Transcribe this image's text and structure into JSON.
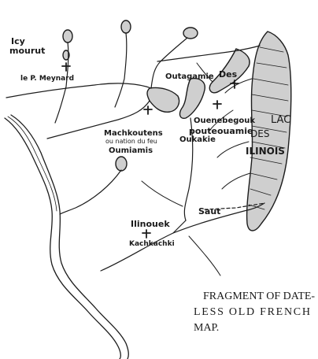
{
  "colors": {
    "ink": "#1c1c1c",
    "water": "#cfcfcf",
    "paper": "#ffffff"
  },
  "labels": {
    "icy_line1": "Icy",
    "icy_line2": "mourut",
    "meynard": "le P. Meynard",
    "outagamie": "Outagamie",
    "des_top": "Des",
    "ouenebegouk": "Ouenebegouk",
    "pouteouamie": "pouteouamie",
    "lac": "LAC",
    "des_lake": "DES",
    "ilinois": "ILINOIS",
    "machkoutens": "Machkoutens",
    "ou_nation": "ou nation du feu",
    "oumiamis": "Oumiamis",
    "oukakie": "Oukakie",
    "saut": "Saut",
    "ilinouek": "Ilinouek",
    "kachkachki": "Kachkachki"
  },
  "caption": {
    "line1": "FRAGMENT OF DATE-",
    "line2": "LESS OLD FRENCH",
    "line3": "MAP."
  },
  "icons": [
    "cross-icon",
    "lake-icon"
  ]
}
